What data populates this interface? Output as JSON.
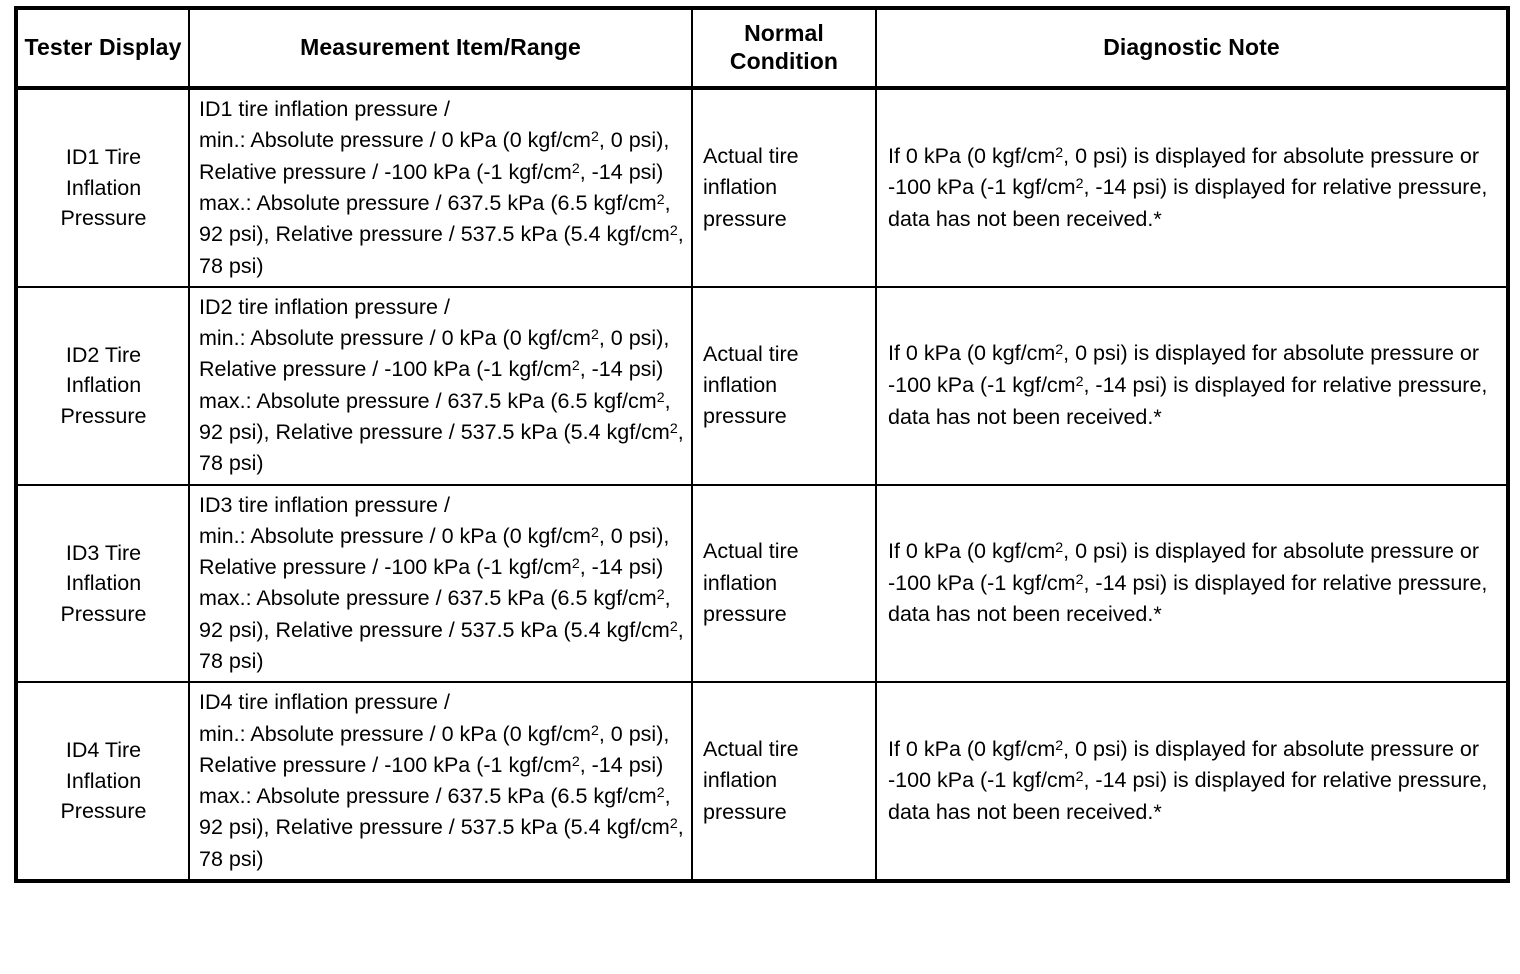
{
  "document": {
    "kind": "specification-table",
    "table": {
      "columns": [
        {
          "key": "tester_display",
          "label": "Tester\nDisplay"
        },
        {
          "key": "measurement_item_range",
          "label": "Measurement Item/Range"
        },
        {
          "key": "normal_condition",
          "label": "Normal\nCondition"
        },
        {
          "key": "diagnostic_note",
          "label": "Diagnostic Note"
        }
      ],
      "rows": [
        {
          "tester_display": "ID1 Tire\nInflation\nPressure",
          "measurement_item_range": "ID1 tire inflation pressure /\nmin.: Absolute pressure / 0 kPa (0 kgf/cm^2, 0 psi), Relative pressure / -100 kPa (-1 kgf/cm^2, -14 psi)\nmax.: Absolute pressure / 637.5 kPa (6.5 kgf/cm^2, 92 psi), Relative pressure / 537.5 kPa (5.4 kgf/cm^2, 78 psi)",
          "normal_condition": "Actual tire\ninflation\npressure",
          "diagnostic_note": "If 0 kPa (0 kgf/cm^2, 0 psi) is displayed for absolute pressure or -100 kPa (-1 kgf/cm^2, -14 psi) is displayed for relative pressure, data has not been received.*"
        },
        {
          "tester_display": "ID2 Tire\nInflation\nPressure",
          "measurement_item_range": "ID2 tire inflation pressure /\nmin.: Absolute pressure / 0 kPa (0 kgf/cm^2, 0 psi), Relative pressure / -100 kPa (-1 kgf/cm^2, -14 psi)\nmax.: Absolute pressure / 637.5 kPa (6.5 kgf/cm^2, 92 psi), Relative pressure / 537.5 kPa (5.4 kgf/cm^2, 78 psi)",
          "normal_condition": "Actual tire\ninflation\npressure",
          "diagnostic_note": "If 0 kPa (0 kgf/cm^2, 0 psi) is displayed for absolute pressure or -100 kPa (-1 kgf/cm^2, -14 psi) is displayed for relative pressure, data has not been received.*"
        },
        {
          "tester_display": "ID3 Tire\nInflation\nPressure",
          "measurement_item_range": "ID3 tire inflation pressure /\nmin.: Absolute pressure / 0 kPa (0 kgf/cm^2, 0 psi), Relative pressure / -100 kPa (-1 kgf/cm^2, -14 psi)\nmax.: Absolute pressure / 637.5 kPa (6.5 kgf/cm^2, 92 psi), Relative pressure / 537.5 kPa (5.4 kgf/cm^2, 78 psi)",
          "normal_condition": "Actual tire\ninflation\npressure",
          "diagnostic_note": "If 0 kPa (0 kgf/cm^2, 0 psi) is displayed for absolute pressure or -100 kPa (-1 kgf/cm^2, -14 psi) is displayed for relative pressure, data has not been received.*"
        },
        {
          "tester_display": "ID4 Tire\nInflation\nPressure",
          "measurement_item_range": "ID4 tire inflation pressure /\nmin.: Absolute pressure / 0 kPa (0 kgf/cm^2, 0 psi), Relative pressure / -100 kPa (-1 kgf/cm^2, -14 psi)\nmax.: Absolute pressure / 637.5 kPa (6.5 kgf/cm^2, 92 psi), Relative pressure / 537.5 kPa (5.4 kgf/cm^2, 78 psi)",
          "normal_condition": "Actual tire\ninflation\npressure",
          "diagnostic_note": "If 0 kPa (0 kgf/cm^2, 0 psi) is displayed for absolute pressure or -100 kPa (-1 kgf/cm^2, -14 psi) is displayed for relative pressure, data has not been received.*"
        }
      ]
    },
    "colors": {
      "text": "#000000",
      "background": "#ffffff",
      "rule": "#000000"
    }
  }
}
